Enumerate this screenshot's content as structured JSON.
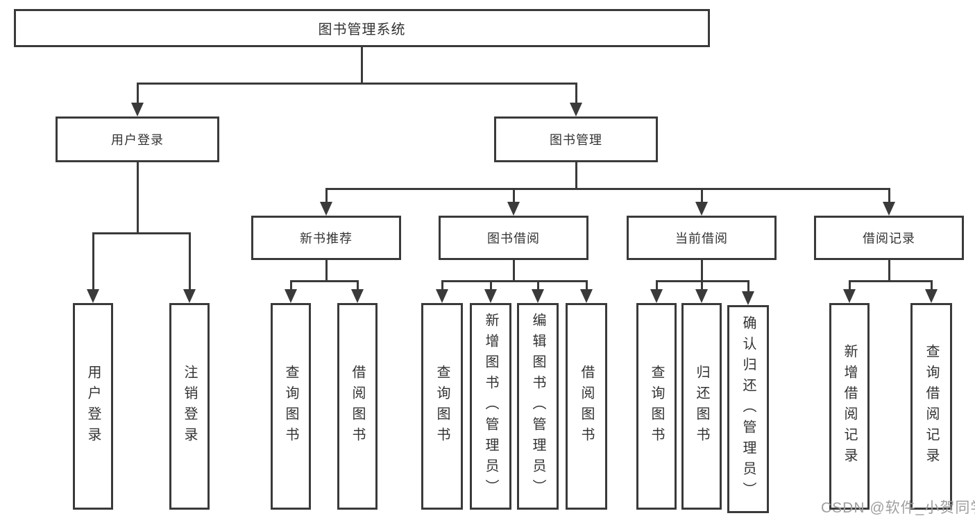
{
  "diagram": {
    "root": {
      "label": "图书管理系统"
    },
    "user_login": {
      "label": "用户登录",
      "children": {
        "login": {
          "label": "用户登录"
        },
        "logout": {
          "label": "注销登录"
        }
      }
    },
    "book_mgmt": {
      "label": "图书管理",
      "children": {
        "new_book_rec": {
          "label": "新书推荐",
          "children": {
            "query_books": {
              "label": "查询图书"
            },
            "borrow_books": {
              "label": "借阅图书"
            }
          }
        },
        "book_borrow": {
          "label": "图书借阅",
          "children": {
            "query_books": {
              "label": "查询图书"
            },
            "add_books": {
              "label": "新增图书（管理员）"
            },
            "edit_books": {
              "label": "编辑图书（管理员）"
            },
            "borrow_books": {
              "label": "借阅图书"
            }
          }
        },
        "current_borrow": {
          "label": "当前借阅",
          "children": {
            "query_books": {
              "label": "查询图书"
            },
            "return_books": {
              "label": "归还图书"
            },
            "confirm_return": {
              "label": "确认归还（管理员）"
            }
          }
        },
        "borrow_record": {
          "label": "借阅记录",
          "children": {
            "add_record": {
              "label": "新增借阅记录"
            },
            "query_record": {
              "label": "查询借阅记录"
            }
          }
        }
      }
    }
  },
  "watermark": {
    "text": "CSDN @软件_小贺同学"
  },
  "colors": {
    "line": "#3a3a3a",
    "text": "#333333",
    "watermark": "#9e9e9e",
    "background": "#ffffff"
  }
}
